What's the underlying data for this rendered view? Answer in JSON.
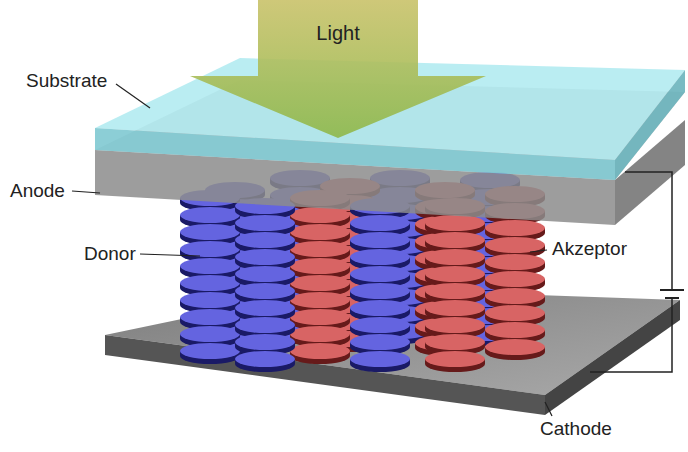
{
  "diagram": {
    "nodes": [
      {
        "text": [
          "Light"
        ]
      }
    ],
    "labels": [
      "Substrate",
      "Anode",
      "Donor",
      "Akzeptor",
      "Cathode"
    ]
  }
}
